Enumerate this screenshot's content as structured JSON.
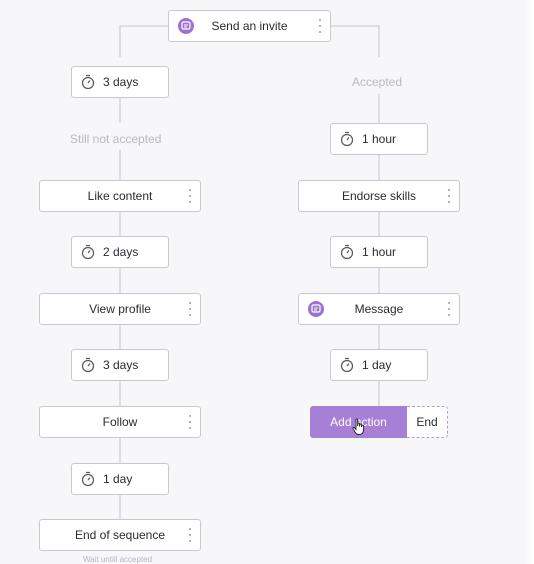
{
  "colors": {
    "accent": "#a77fd6",
    "icon_purple": "#9b73cf",
    "border": "#c9c9d1",
    "muted_text": "#b9b9c2"
  },
  "start": {
    "label": "Send an invite",
    "icon": "message-icon"
  },
  "branches": {
    "not_accepted_label": "Still not accepted",
    "accepted_label": "Accepted"
  },
  "left": {
    "delay_1": "3 days",
    "step_1": "Like content",
    "delay_2": "2 days",
    "step_2": "View profile",
    "delay_3": "3 days",
    "step_3": "Follow",
    "delay_4": "1 day",
    "end": "End of sequence",
    "end_hint": "Wait untill accepted"
  },
  "right": {
    "delay_1": "1 hour",
    "step_1": "Endorse skills",
    "delay_2": "1 hour",
    "step_2": "Message",
    "step_2_icon": "message-icon",
    "delay_3": "1 day",
    "add_action": "Add action",
    "end": "End"
  }
}
